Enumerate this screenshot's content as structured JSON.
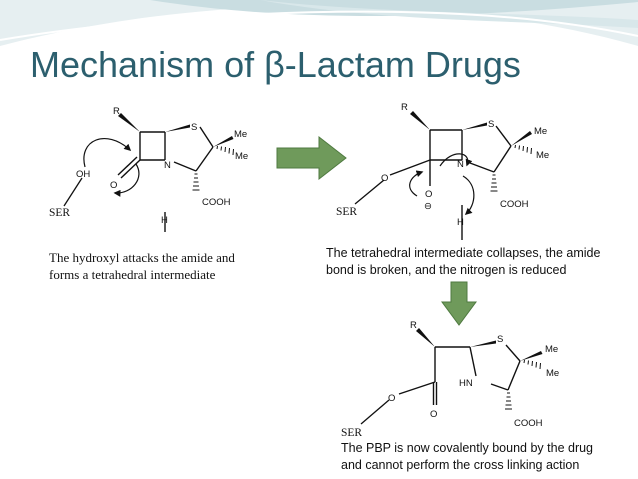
{
  "slide": {
    "title": "Mechanism of β-Lactam Drugs",
    "accent_color": "#2c5f6e",
    "arrow_color": "#6f9a5b",
    "header_color": "#cfe0e3"
  },
  "labels": {
    "r": "R",
    "s": "S",
    "me": "Me",
    "n": "N",
    "hn": "HN",
    "oh": "OH",
    "o": "O",
    "o_minus": "⊖",
    "h": "H",
    "cooh": "COOH",
    "ser": "SER"
  },
  "captions": {
    "step1": [
      "The hydroxyl attacks the amide and",
      "forms a tetrahedral intermediate"
    ],
    "step2": [
      "The tetrahedral intermediate collapses, the amide",
      "bond is broken, and the nitrogen is reduced"
    ],
    "step3": [
      "The PBP is now covalently bound by the drug",
      "and cannot perform the cross linking action"
    ]
  }
}
